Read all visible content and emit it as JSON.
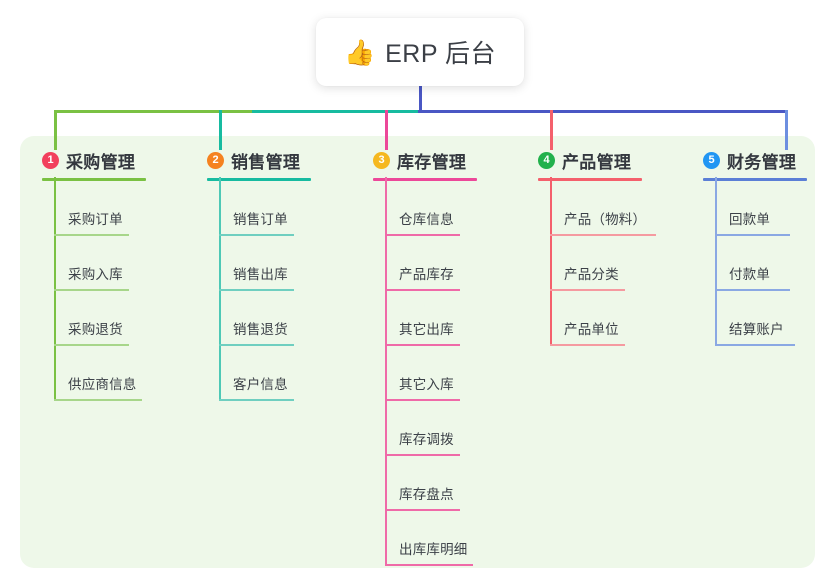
{
  "diagram": {
    "type": "mindmap",
    "root": {
      "icon": "thumbs-up-icon",
      "emoji": "👍",
      "title": "ERP 后台"
    },
    "panel_color": "#eef8e9",
    "trunk_color": "#4a57c4",
    "rails": [
      {
        "name": "rail-left-green",
        "color": "#7ac143"
      },
      {
        "name": "rail-mid-teal",
        "color": "#17bba0"
      },
      {
        "name": "rail-right-blue",
        "color": "#4a57c4"
      }
    ],
    "branches": [
      {
        "number": "1",
        "title": "采购管理",
        "badge_color": "#f2405d",
        "line_color": "#7ac143",
        "items": [
          "采购订单",
          "采购入库",
          "采购退货",
          "供应商信息"
        ]
      },
      {
        "number": "2",
        "title": "销售管理",
        "badge_color": "#f58220",
        "line_color": "#17bba0",
        "items": [
          "销售订单",
          "销售出库",
          "销售退货",
          "客户信息"
        ]
      },
      {
        "number": "3",
        "title": "库存管理",
        "badge_color": "#f5b820",
        "line_color": "#ec4899",
        "items": [
          "仓库信息",
          "产品库存",
          "其它出库",
          "其它入库",
          "库存调拨",
          "库存盘点",
          "出库库明细"
        ]
      },
      {
        "number": "4",
        "title": "产品管理",
        "badge_color": "#22b14c",
        "line_color": "#f4606c",
        "items": [
          "产品（物料）",
          "产品分类",
          "产品单位"
        ]
      },
      {
        "number": "5",
        "title": "财务管理",
        "badge_color": "#2196f3",
        "line_color": "#6d8fe0",
        "items": [
          "回款单",
          "付款单",
          "结算账户"
        ]
      }
    ]
  }
}
